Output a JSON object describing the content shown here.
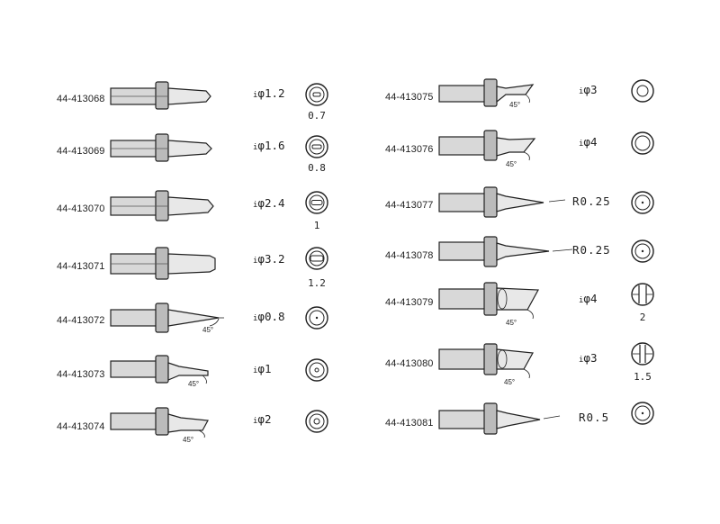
{
  "left": [
    {
      "code": "44-413068",
      "dim": "φ1.2",
      "sub": "0.7"
    },
    {
      "code": "44-413069",
      "dim": "φ1.6",
      "sub": "0.8"
    },
    {
      "code": "44-413070",
      "dim": "φ2.4",
      "sub": "1"
    },
    {
      "code": "44-413071",
      "dim": "φ3.2",
      "sub": "1.2"
    },
    {
      "code": "44-413072",
      "dim": "φ0.8",
      "angle": "45°"
    },
    {
      "code": "44-413073",
      "dim": "φ1",
      "angle": "45°"
    },
    {
      "code": "44-413074",
      "dim": "φ2",
      "angle": "45°"
    }
  ],
  "right": [
    {
      "code": "44-413075",
      "dim": "φ3",
      "angle": "45°"
    },
    {
      "code": "44-413076",
      "dim": "φ4",
      "angle": "45°"
    },
    {
      "code": "44-413077",
      "radius": "R0.25"
    },
    {
      "code": "44-413078",
      "radius": "R0.25"
    },
    {
      "code": "44-413079",
      "dim": "φ4",
      "sub": "2",
      "angle": "45°"
    },
    {
      "code": "44-413080",
      "dim": "φ3",
      "sub": "1.5",
      "angle": "45°"
    },
    {
      "code": "44-413081",
      "radius": "R0.5"
    }
  ]
}
